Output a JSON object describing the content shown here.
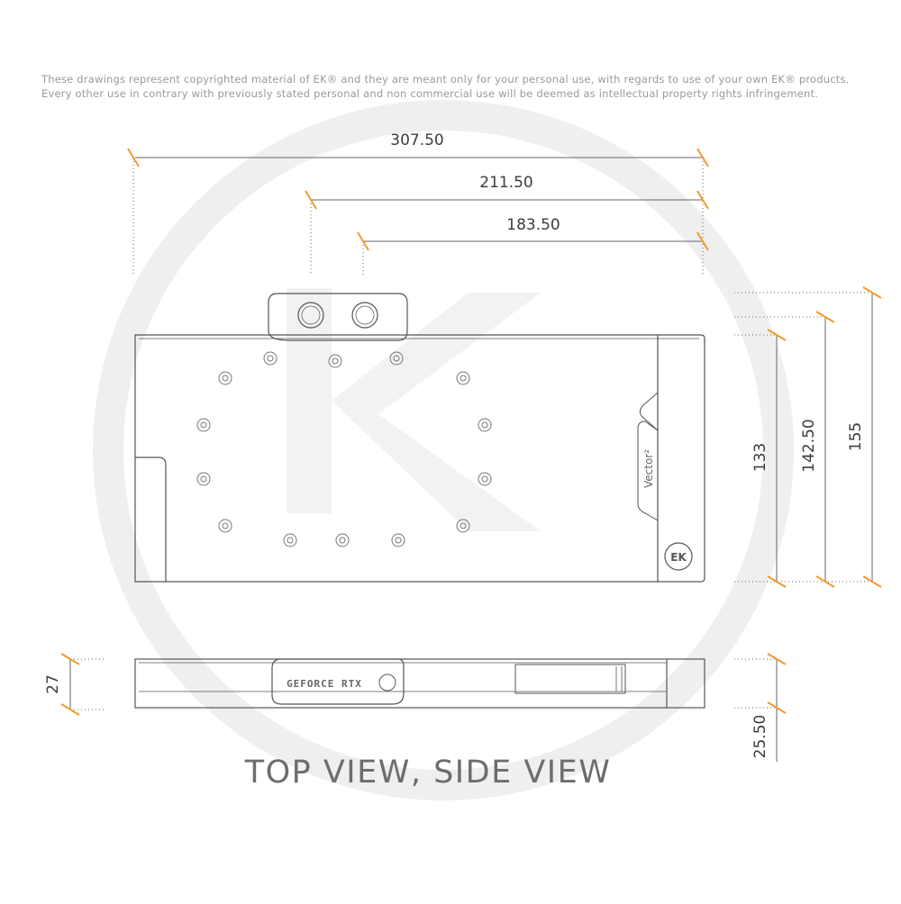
{
  "notice": {
    "line1": "These drawings represent copyrighted material of EK® and they are meant only for your personal use, with regards to use of your own EK® products.",
    "line2": "Every other use in contrary with previously stated personal and non commercial use will be deemed as intellectual property rights infringement."
  },
  "dimensions": {
    "width_overall": "307.50",
    "width_to_terminal": "211.50",
    "width_to_port": "183.50",
    "height_overall": "155",
    "height_mid": "142.50",
    "height_body": "133",
    "side_thickness": "27",
    "side_height": "25.50"
  },
  "block": {
    "model_text": "Vector²",
    "side_badge_text": "GEFORCE RTX",
    "logo_text": "EK"
  },
  "caption": "TOP VIEW, SIDE VIEW",
  "colors": {
    "accent": "#f39a2e",
    "outline": "#555555",
    "dim_line": "#666666",
    "watermark": "#ededed"
  }
}
